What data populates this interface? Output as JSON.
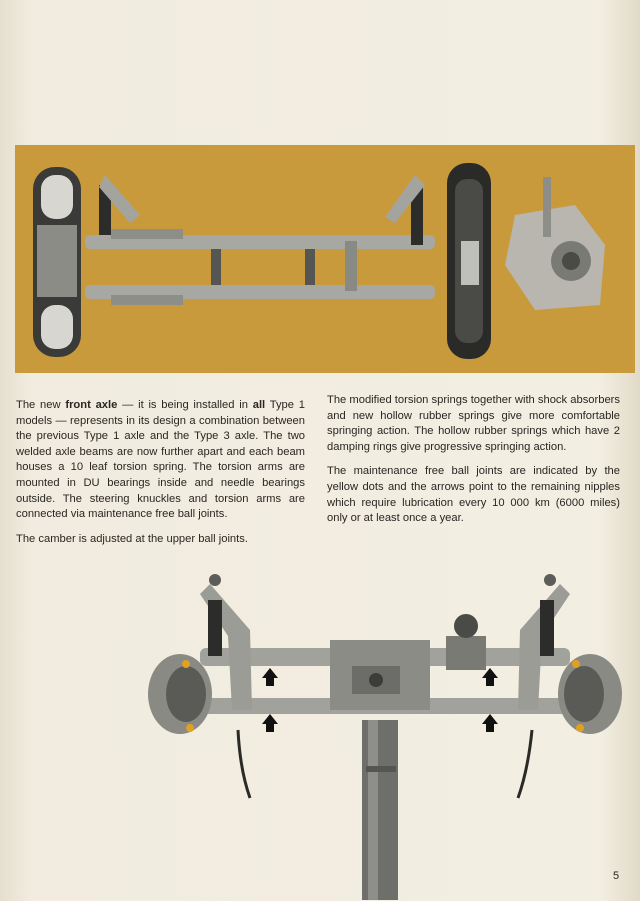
{
  "text": {
    "left_p1_before": "The new ",
    "left_p1_bold1": "front axle",
    "left_p1_mid": " — it is being installed in ",
    "left_p1_bold2": "all",
    "left_p1_after": " Type 1 models — represents in its design a combination between the previous Type 1 axle and the Type 3 axle. The two welded axle beams are now further apart and each beam houses a 10 leaf torsion spring. The torsion arms are mounted in DU bearings inside and needle bearings outside. The steering knuckles and torsion arms are connected via maintenance free ball joints.",
    "left_p2": "The camber is adjusted at the upper ball joints.",
    "right_p1": "The modified torsion springs together with shock absorbers and new hollow rubber springs give more comfortable springing action. The hollow rubber springs which have 2 damping rings give progressive springing action.",
    "right_p2": "The maintenance free ball joints are indicated by the yellow dots and the arrows point to the remaining nipples which require lubrication every 10 000 km (6000 miles) only or at least once a year."
  },
  "page_number": "5",
  "colors": {
    "band": "#c99a3c",
    "metal": "#9a9a94",
    "dot": "#e0a020"
  }
}
